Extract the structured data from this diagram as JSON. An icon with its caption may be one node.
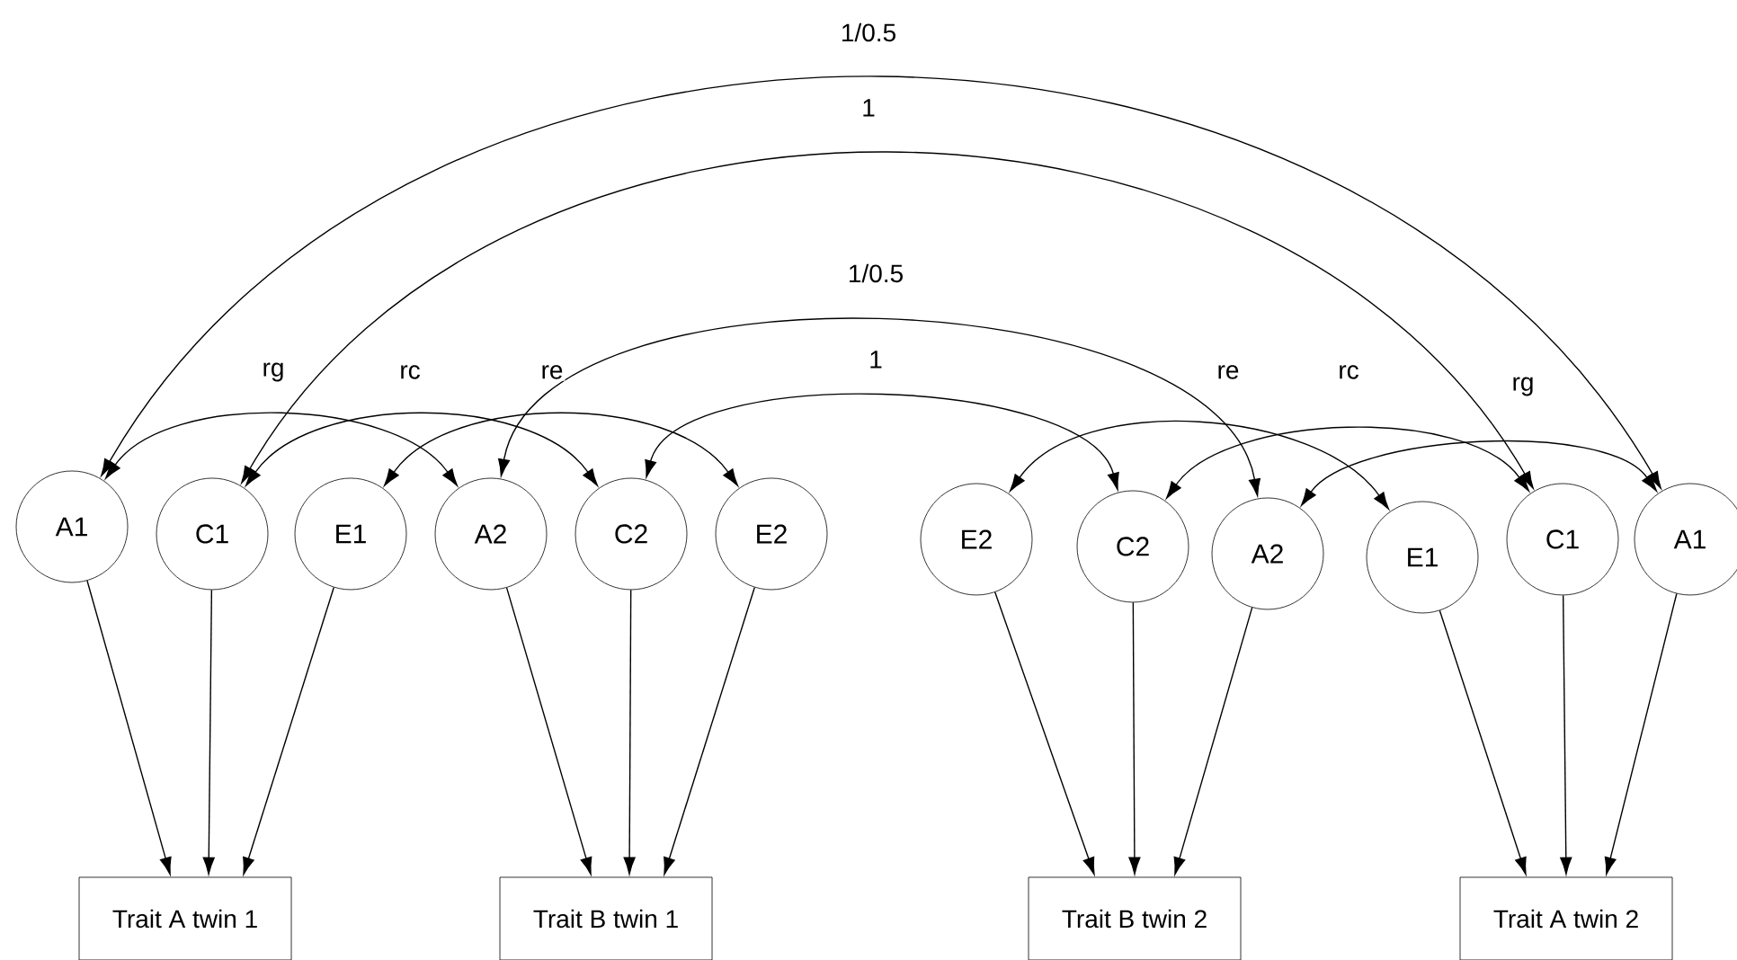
{
  "diagram": {
    "nodes": [
      {
        "text": [
          "A1"
        ]
      },
      {
        "text": [
          "C1"
        ]
      },
      {
        "text": [
          "E1"
        ]
      },
      {
        "text": [
          "A2"
        ]
      },
      {
        "text": [
          "C2"
        ]
      },
      {
        "text": [
          "E2"
        ]
      },
      {
        "text": [
          "E2"
        ]
      },
      {
        "text": [
          "C2"
        ]
      },
      {
        "text": [
          "A2"
        ]
      },
      {
        "text": [
          "E1"
        ]
      },
      {
        "text": [
          "C1"
        ]
      },
      {
        "text": [
          "A1"
        ]
      },
      {
        "text": [
          "Trait A twin 1"
        ]
      },
      {
        "text": [
          "Trait B twin 1"
        ]
      },
      {
        "text": [
          "Trait B twin 2"
        ]
      },
      {
        "text": [
          "Trait A twin 2"
        ]
      }
    ],
    "edges": [
      {
        "from": 0,
        "to": 3,
        "arrow": "both",
        "label": "rg"
      },
      {
        "from": 1,
        "to": 4,
        "arrow": "both",
        "label": "rc"
      },
      {
        "from": 2,
        "to": 5,
        "arrow": "both",
        "label": "re"
      },
      {
        "from": 6,
        "to": 9,
        "arrow": "both",
        "label": "re"
      },
      {
        "from": 7,
        "to": 10,
        "arrow": "both",
        "label": "rc"
      },
      {
        "from": 8,
        "to": 11,
        "arrow": "both",
        "label": "rg"
      },
      {
        "from": 0,
        "to": 11,
        "arrow": "both",
        "label": "1/0.5"
      },
      {
        "from": 1,
        "to": 10,
        "arrow": "both",
        "label": "1"
      },
      {
        "from": 3,
        "to": 8,
        "arrow": "both",
        "label": "1/0.5"
      },
      {
        "from": 4,
        "to": 7,
        "arrow": "both",
        "label": "1"
      },
      {
        "from": 0,
        "to": 12,
        "arrow": "to"
      },
      {
        "from": 1,
        "to": 12,
        "arrow": "to"
      },
      {
        "from": 2,
        "to": 12,
        "arrow": "to"
      },
      {
        "from": 3,
        "to": 13,
        "arrow": "to"
      },
      {
        "from": 4,
        "to": 13,
        "arrow": "to"
      },
      {
        "from": 5,
        "to": 13,
        "arrow": "to"
      },
      {
        "from": 6,
        "to": 14,
        "arrow": "to"
      },
      {
        "from": 7,
        "to": 14,
        "arrow": "to"
      },
      {
        "from": 8,
        "to": 14,
        "arrow": "to"
      },
      {
        "from": 9,
        "to": 15,
        "arrow": "to"
      },
      {
        "from": 10,
        "to": 15,
        "arrow": "to"
      },
      {
        "from": 11,
        "to": 15,
        "arrow": "to"
      }
    ]
  }
}
